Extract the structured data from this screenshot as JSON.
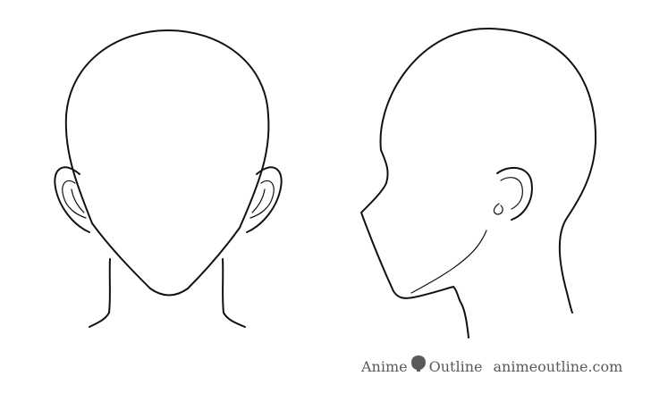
{
  "watermark": {
    "brand_left": "Anime",
    "brand_right": "Outline",
    "site": "animeoutline.com",
    "logo_icon": "head-silhouette-icon",
    "color": "#5a5a5a"
  },
  "line_color": "#111111",
  "background": "#ffffff"
}
